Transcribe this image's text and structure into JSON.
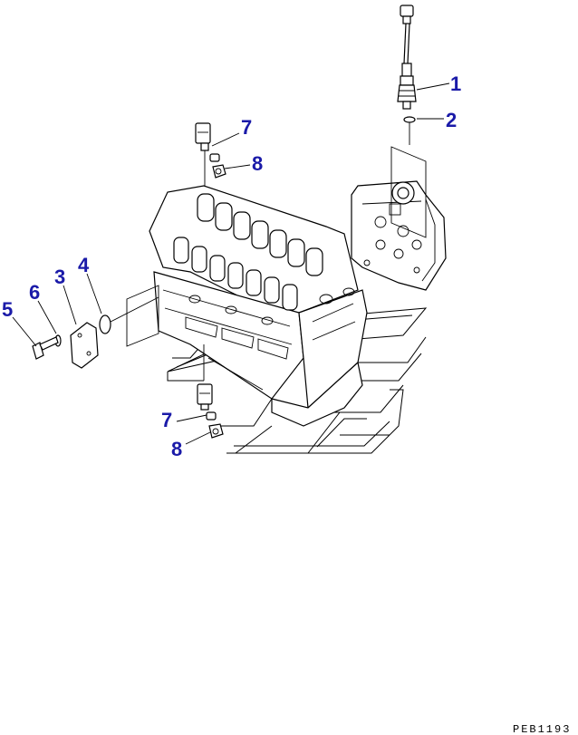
{
  "diagram": {
    "drawing_code": "PEB1193",
    "callouts": [
      {
        "id": "c1",
        "label": "1"
      },
      {
        "id": "c2",
        "label": "2"
      },
      {
        "id": "c3",
        "label": "3"
      },
      {
        "id": "c4",
        "label": "4"
      },
      {
        "id": "c5",
        "label": "5"
      },
      {
        "id": "c6",
        "label": "6"
      },
      {
        "id": "c7a",
        "label": "7"
      },
      {
        "id": "c8a",
        "label": "8"
      },
      {
        "id": "c7b",
        "label": "7"
      },
      {
        "id": "c8b",
        "label": "8"
      }
    ],
    "callout_color": "#1a1aa8",
    "line_color": "#000000",
    "background": "#ffffff"
  }
}
